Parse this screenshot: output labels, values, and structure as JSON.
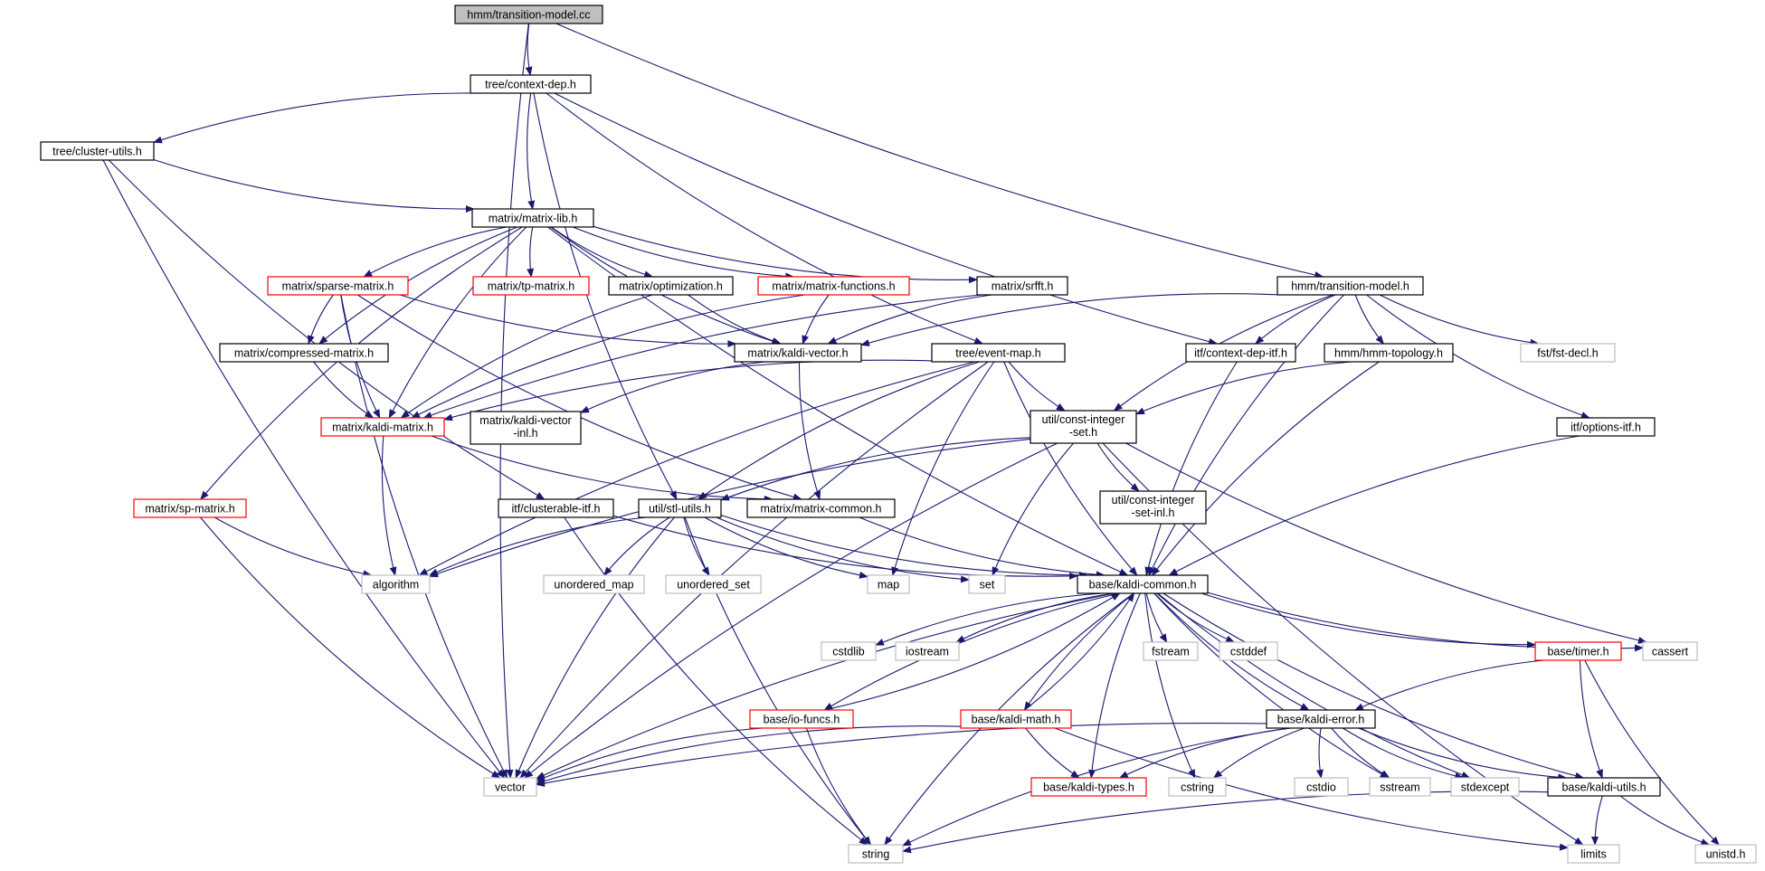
{
  "colors": {
    "edge": "#191970",
    "node_default_border": "#000000",
    "node_incomplete_border": "#ff0000",
    "node_external_border": "#bfbfbf",
    "node_external_text": "#000000",
    "root_fill": "#bfbfbf",
    "node_fill": "#ffffff"
  },
  "nodes": [
    {
      "id": "root",
      "label": "hmm/transition-model.cc",
      "kind": "root"
    },
    {
      "id": "context-dep",
      "label": "tree/context-dep.h",
      "kind": "default"
    },
    {
      "id": "cluster-utils",
      "label": "tree/cluster-utils.h",
      "kind": "default"
    },
    {
      "id": "matrix-lib",
      "label": "matrix/matrix-lib.h",
      "kind": "default"
    },
    {
      "id": "sparse-matrix",
      "label": "matrix/sparse-matrix.h",
      "kind": "incomplete"
    },
    {
      "id": "tp-matrix",
      "label": "matrix/tp-matrix.h",
      "kind": "incomplete"
    },
    {
      "id": "optimization",
      "label": "matrix/optimization.h",
      "kind": "default"
    },
    {
      "id": "matrix-functions",
      "label": "matrix/matrix-functions.h",
      "kind": "incomplete"
    },
    {
      "id": "srfft",
      "label": "matrix/srfft.h",
      "kind": "default"
    },
    {
      "id": "transition-model-h",
      "label": "hmm/transition-model.h",
      "kind": "default"
    },
    {
      "id": "compressed-matrix",
      "label": "matrix/compressed-matrix.h",
      "kind": "default"
    },
    {
      "id": "kaldi-vector",
      "label": "matrix/kaldi-vector.h",
      "kind": "default"
    },
    {
      "id": "event-map",
      "label": "tree/event-map.h",
      "kind": "default"
    },
    {
      "id": "context-dep-itf",
      "label": "itf/context-dep-itf.h",
      "kind": "default"
    },
    {
      "id": "hmm-topology",
      "label": "hmm/hmm-topology.h",
      "kind": "default"
    },
    {
      "id": "fst-decl",
      "label": "fst/fst-decl.h",
      "kind": "external"
    },
    {
      "id": "kaldi-matrix",
      "label": "matrix/kaldi-matrix.h",
      "kind": "incomplete"
    },
    {
      "id": "kaldi-vector-inl",
      "label": "matrix/kaldi-vector\n-inl.h",
      "kind": "default"
    },
    {
      "id": "const-integer-set",
      "label": "util/const-integer\n-set.h",
      "kind": "default"
    },
    {
      "id": "options-itf",
      "label": "itf/options-itf.h",
      "kind": "default"
    },
    {
      "id": "sp-matrix",
      "label": "matrix/sp-matrix.h",
      "kind": "incomplete"
    },
    {
      "id": "clusterable-itf",
      "label": "itf/clusterable-itf.h",
      "kind": "default"
    },
    {
      "id": "stl-utils",
      "label": "util/stl-utils.h",
      "kind": "default"
    },
    {
      "id": "matrix-common",
      "label": "matrix/matrix-common.h",
      "kind": "default"
    },
    {
      "id": "const-integer-set-inl",
      "label": "util/const-integer\n-set-inl.h",
      "kind": "default"
    },
    {
      "id": "algorithm",
      "label": "algorithm",
      "kind": "external"
    },
    {
      "id": "unordered_map",
      "label": "unordered_map",
      "kind": "external"
    },
    {
      "id": "unordered_set",
      "label": "unordered_set",
      "kind": "external"
    },
    {
      "id": "map",
      "label": "map",
      "kind": "external"
    },
    {
      "id": "set",
      "label": "set",
      "kind": "external"
    },
    {
      "id": "kaldi-common",
      "label": "base/kaldi-common.h",
      "kind": "default"
    },
    {
      "id": "cstdlib",
      "label": "cstdlib",
      "kind": "external"
    },
    {
      "id": "iostream",
      "label": "iostream",
      "kind": "external"
    },
    {
      "id": "fstream",
      "label": "fstream",
      "kind": "external"
    },
    {
      "id": "cstddef",
      "label": "cstddef",
      "kind": "external"
    },
    {
      "id": "timer",
      "label": "base/timer.h",
      "kind": "incomplete"
    },
    {
      "id": "cassert",
      "label": "cassert",
      "kind": "external"
    },
    {
      "id": "io-funcs",
      "label": "base/io-funcs.h",
      "kind": "incomplete"
    },
    {
      "id": "kaldi-math",
      "label": "base/kaldi-math.h",
      "kind": "incomplete"
    },
    {
      "id": "kaldi-error",
      "label": "base/kaldi-error.h",
      "kind": "default"
    },
    {
      "id": "vector",
      "label": "vector",
      "kind": "external"
    },
    {
      "id": "kaldi-types",
      "label": "base/kaldi-types.h",
      "kind": "incomplete"
    },
    {
      "id": "cstring",
      "label": "cstring",
      "kind": "external"
    },
    {
      "id": "cstdio",
      "label": "cstdio",
      "kind": "external"
    },
    {
      "id": "sstream",
      "label": "sstream",
      "kind": "external"
    },
    {
      "id": "stdexcept",
      "label": "stdexcept",
      "kind": "external"
    },
    {
      "id": "kaldi-utils",
      "label": "base/kaldi-utils.h",
      "kind": "default"
    },
    {
      "id": "string",
      "label": "string",
      "kind": "external"
    },
    {
      "id": "limits",
      "label": "limits",
      "kind": "external"
    },
    {
      "id": "unistd",
      "label": "unistd.h",
      "kind": "external"
    }
  ],
  "edges": [
    [
      "root",
      "context-dep"
    ],
    [
      "root",
      "transition-model-h"
    ],
    [
      "root",
      "vector"
    ],
    [
      "context-dep",
      "cluster-utils"
    ],
    [
      "context-dep",
      "matrix-lib"
    ],
    [
      "context-dep",
      "event-map"
    ],
    [
      "context-dep",
      "context-dep-itf"
    ],
    [
      "context-dep",
      "stl-utils"
    ],
    [
      "cluster-utils",
      "matrix-lib"
    ],
    [
      "cluster-utils",
      "clusterable-itf"
    ],
    [
      "cluster-utils",
      "vector"
    ],
    [
      "matrix-lib",
      "sparse-matrix"
    ],
    [
      "matrix-lib",
      "tp-matrix"
    ],
    [
      "matrix-lib",
      "optimization"
    ],
    [
      "matrix-lib",
      "matrix-functions"
    ],
    [
      "matrix-lib",
      "srfft"
    ],
    [
      "matrix-lib",
      "compressed-matrix"
    ],
    [
      "matrix-lib",
      "kaldi-matrix"
    ],
    [
      "matrix-lib",
      "kaldi-vector"
    ],
    [
      "matrix-lib",
      "sp-matrix"
    ],
    [
      "matrix-lib",
      "kaldi-common"
    ],
    [
      "sparse-matrix",
      "compressed-matrix"
    ],
    [
      "sparse-matrix",
      "kaldi-matrix"
    ],
    [
      "sparse-matrix",
      "kaldi-vector"
    ],
    [
      "sparse-matrix",
      "matrix-common"
    ],
    [
      "sparse-matrix",
      "vector"
    ],
    [
      "optimization",
      "kaldi-vector"
    ],
    [
      "optimization",
      "kaldi-matrix"
    ],
    [
      "matrix-functions",
      "kaldi-vector"
    ],
    [
      "matrix-functions",
      "kaldi-matrix"
    ],
    [
      "srfft",
      "kaldi-vector"
    ],
    [
      "srfft",
      "kaldi-matrix"
    ],
    [
      "compressed-matrix",
      "kaldi-matrix"
    ],
    [
      "kaldi-vector",
      "matrix-common"
    ],
    [
      "kaldi-vector",
      "kaldi-vector-inl"
    ],
    [
      "kaldi-matrix",
      "matrix-common"
    ],
    [
      "kaldi-matrix",
      "algorithm"
    ],
    [
      "sp-matrix",
      "algorithm"
    ],
    [
      "sp-matrix",
      "vector"
    ],
    [
      "transition-model-h",
      "kaldi-vector"
    ],
    [
      "transition-model-h",
      "context-dep-itf"
    ],
    [
      "transition-model-h",
      "hmm-topology"
    ],
    [
      "transition-model-h",
      "fst-decl"
    ],
    [
      "transition-model-h",
      "const-integer-set"
    ],
    [
      "transition-model-h",
      "options-itf"
    ],
    [
      "transition-model-h",
      "kaldi-common"
    ],
    [
      "event-map",
      "const-integer-set"
    ],
    [
      "event-map",
      "stl-utils"
    ],
    [
      "event-map",
      "kaldi-common"
    ],
    [
      "event-map",
      "map"
    ],
    [
      "event-map",
      "vector"
    ],
    [
      "event-map",
      "kaldi-matrix"
    ],
    [
      "event-map",
      "algorithm"
    ],
    [
      "context-dep-itf",
      "kaldi-common"
    ],
    [
      "hmm-topology",
      "const-integer-set"
    ],
    [
      "hmm-topology",
      "kaldi-common"
    ],
    [
      "options-itf",
      "kaldi-common"
    ],
    [
      "const-integer-set",
      "const-integer-set-inl"
    ],
    [
      "const-integer-set",
      "stl-utils"
    ],
    [
      "const-integer-set",
      "set"
    ],
    [
      "const-integer-set",
      "algorithm"
    ],
    [
      "const-integer-set",
      "limits"
    ],
    [
      "const-integer-set",
      "cassert"
    ],
    [
      "const-integer-set",
      "vector"
    ],
    [
      "clusterable-itf",
      "kaldi-common"
    ],
    [
      "clusterable-itf",
      "string"
    ],
    [
      "stl-utils",
      "algorithm"
    ],
    [
      "stl-utils",
      "unordered_map"
    ],
    [
      "stl-utils",
      "unordered_set"
    ],
    [
      "stl-utils",
      "map"
    ],
    [
      "stl-utils",
      "set"
    ],
    [
      "stl-utils",
      "kaldi-common"
    ],
    [
      "stl-utils",
      "vector"
    ],
    [
      "stl-utils",
      "string"
    ],
    [
      "matrix-common",
      "kaldi-common"
    ],
    [
      "kaldi-common",
      "cstdlib"
    ],
    [
      "kaldi-common",
      "iostream"
    ],
    [
      "kaldi-common",
      "fstream"
    ],
    [
      "kaldi-common",
      "cstddef"
    ],
    [
      "kaldi-common",
      "timer"
    ],
    [
      "kaldi-common",
      "cassert"
    ],
    [
      "kaldi-common",
      "io-funcs"
    ],
    [
      "kaldi-common",
      "kaldi-math"
    ],
    [
      "kaldi-common",
      "kaldi-error"
    ],
    [
      "kaldi-common",
      "kaldi-types"
    ],
    [
      "kaldi-common",
      "cstring"
    ],
    [
      "kaldi-common",
      "sstream"
    ],
    [
      "kaldi-common",
      "stdexcept"
    ],
    [
      "kaldi-common",
      "kaldi-utils"
    ],
    [
      "kaldi-common",
      "string"
    ],
    [
      "kaldi-common",
      "vector"
    ],
    [
      "io-funcs",
      "kaldi-common"
    ],
    [
      "io-funcs",
      "vector"
    ],
    [
      "io-funcs",
      "string"
    ],
    [
      "kaldi-math",
      "kaldi-common"
    ],
    [
      "kaldi-math",
      "kaldi-types"
    ],
    [
      "kaldi-math",
      "vector"
    ],
    [
      "kaldi-math",
      "limits"
    ],
    [
      "timer",
      "kaldi-error"
    ],
    [
      "timer",
      "kaldi-utils"
    ],
    [
      "timer",
      "unistd"
    ],
    [
      "kaldi-error",
      "kaldi-types"
    ],
    [
      "kaldi-error",
      "cstring"
    ],
    [
      "kaldi-error",
      "cstdio"
    ],
    [
      "kaldi-error",
      "sstream"
    ],
    [
      "kaldi-error",
      "stdexcept"
    ],
    [
      "kaldi-error",
      "kaldi-utils"
    ],
    [
      "kaldi-error",
      "vector"
    ],
    [
      "kaldi-error",
      "string"
    ],
    [
      "kaldi-utils",
      "limits"
    ],
    [
      "kaldi-utils",
      "string"
    ],
    [
      "kaldi-utils",
      "unistd"
    ]
  ]
}
